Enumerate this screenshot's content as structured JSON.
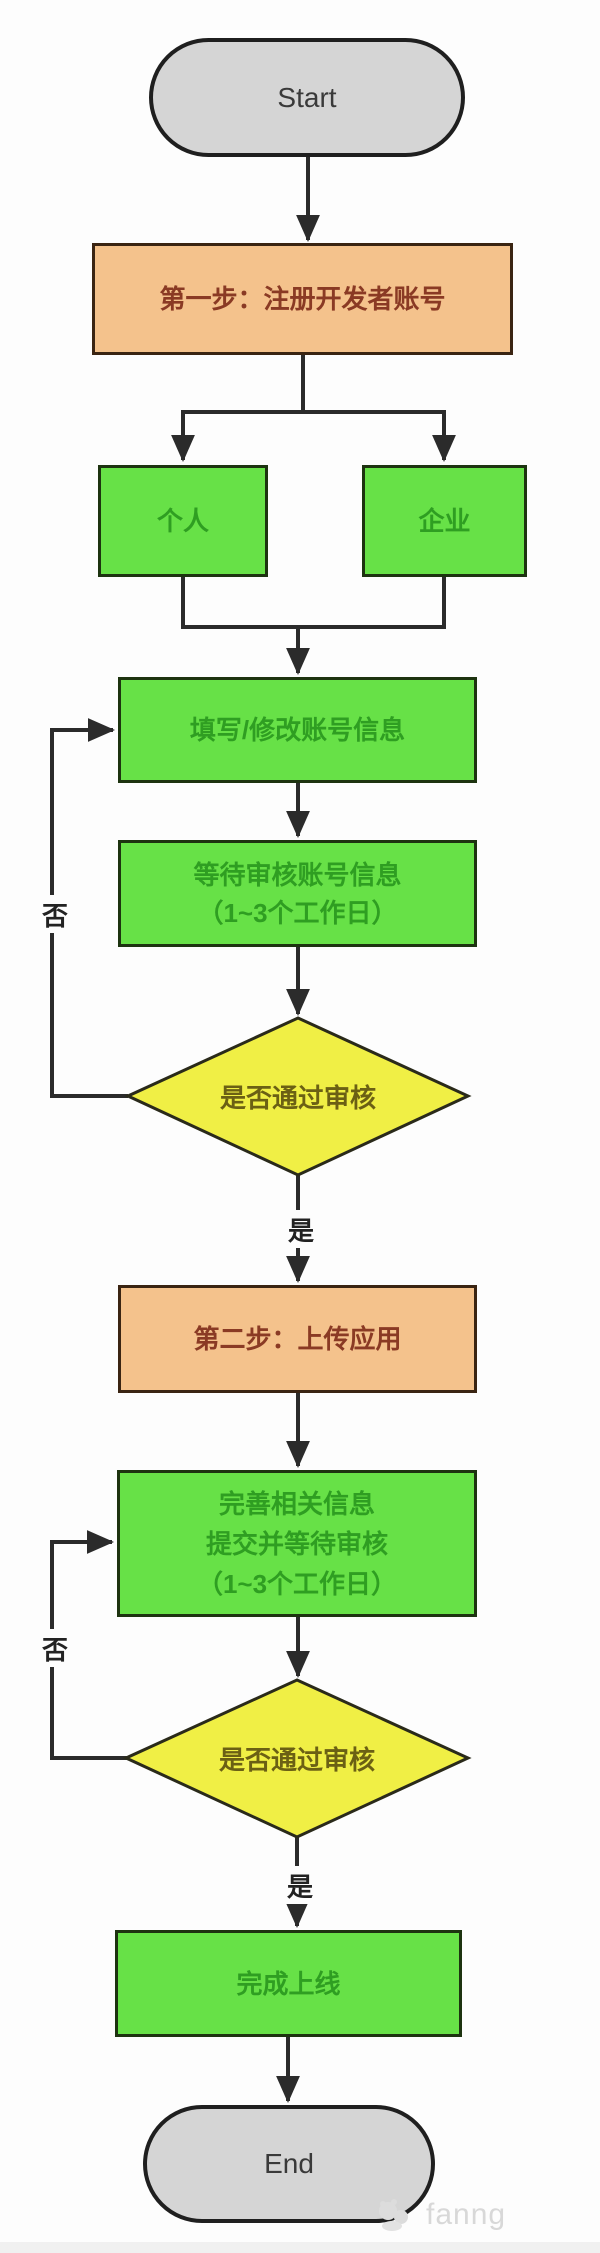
{
  "diagram": {
    "type": "flowchart",
    "background": "#fdfdfd",
    "colors": {
      "terminator_fill": "#d5d5d5",
      "process_fill_orange": "#f4c28c",
      "process_fill_green": "#67e147",
      "decision_fill_yellow": "#f0ef45",
      "edge_stroke": "#2b2b2b",
      "orange_text": "#8a3a24",
      "green_text": "#2f9e22",
      "yellow_text": "#6b6014"
    },
    "nodes": {
      "start": {
        "label": "Start",
        "shape": "terminator"
      },
      "step1": {
        "label": "第一步：注册开发者账号",
        "shape": "process"
      },
      "individual": {
        "label": "个人",
        "shape": "process"
      },
      "enterprise": {
        "label": "企业",
        "shape": "process"
      },
      "fill_info": {
        "label": "填写/修改账号信息",
        "shape": "process"
      },
      "wait_review": {
        "lines": [
          "等待审核账号信息",
          "（1~3个工作日）"
        ],
        "shape": "process"
      },
      "decision1": {
        "label": "是否通过审核",
        "shape": "decision"
      },
      "step2": {
        "label": "第二步：上传应用",
        "shape": "process"
      },
      "complete_info": {
        "lines": [
          "完善相关信息",
          "提交并等待审核",
          "（1~3个工作日）"
        ],
        "shape": "process"
      },
      "decision2": {
        "label": "是否通过审核",
        "shape": "decision"
      },
      "finish": {
        "label": "完成上线",
        "shape": "process"
      },
      "end": {
        "label": "End",
        "shape": "terminator"
      }
    },
    "edge_labels": {
      "no1": "否",
      "yes1": "是",
      "no2": "否",
      "yes2": "是"
    },
    "watermark": "fanng"
  }
}
